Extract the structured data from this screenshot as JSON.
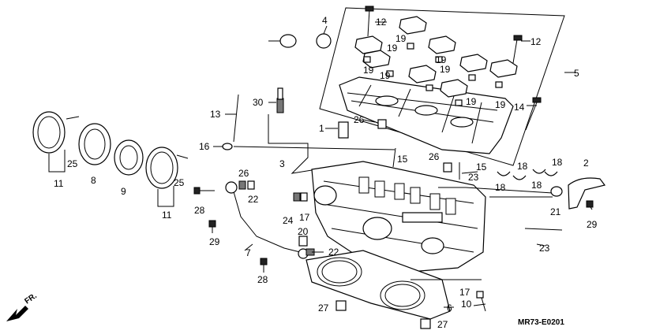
{
  "diagram": {
    "code": "MR73-E0201",
    "direction_label": "FR.",
    "callouts": [
      {
        "id": "c4",
        "text": "4"
      },
      {
        "id": "c12a",
        "text": "12"
      },
      {
        "id": "c12b",
        "text": "12"
      },
      {
        "id": "c5",
        "text": "5"
      },
      {
        "id": "c19a",
        "text": "19"
      },
      {
        "id": "c19b",
        "text": "19"
      },
      {
        "id": "c19c",
        "text": "19"
      },
      {
        "id": "c19d",
        "text": "19"
      },
      {
        "id": "c19e",
        "text": "19"
      },
      {
        "id": "c19f",
        "text": "19"
      },
      {
        "id": "c19g",
        "text": "19"
      },
      {
        "id": "c19h",
        "text": "19"
      },
      {
        "id": "c14",
        "text": "14"
      },
      {
        "id": "c30",
        "text": "30"
      },
      {
        "id": "c13",
        "text": "13"
      },
      {
        "id": "c1",
        "text": "1"
      },
      {
        "id": "c26a",
        "text": "26"
      },
      {
        "id": "c26b",
        "text": "26"
      },
      {
        "id": "c26c",
        "text": "26"
      },
      {
        "id": "c16",
        "text": "16"
      },
      {
        "id": "c3",
        "text": "3"
      },
      {
        "id": "c15a",
        "text": "15"
      },
      {
        "id": "c15b",
        "text": "15"
      },
      {
        "id": "c18a",
        "text": "18"
      },
      {
        "id": "c18b",
        "text": "18"
      },
      {
        "id": "c18c",
        "text": "18"
      },
      {
        "id": "c18d",
        "text": "18"
      },
      {
        "id": "c2",
        "text": "2"
      },
      {
        "id": "c23a",
        "text": "23"
      },
      {
        "id": "c23b",
        "text": "23"
      },
      {
        "id": "c21",
        "text": "21"
      },
      {
        "id": "c29a",
        "text": "29"
      },
      {
        "id": "c29b",
        "text": "29"
      },
      {
        "id": "c25a",
        "text": "25"
      },
      {
        "id": "c25b",
        "text": "25"
      },
      {
        "id": "c11a",
        "text": "11"
      },
      {
        "id": "c11b",
        "text": "11"
      },
      {
        "id": "c8",
        "text": "8"
      },
      {
        "id": "c9",
        "text": "9"
      },
      {
        "id": "c28a",
        "text": "28"
      },
      {
        "id": "c28b",
        "text": "28"
      },
      {
        "id": "c22a",
        "text": "22"
      },
      {
        "id": "c22b",
        "text": "22"
      },
      {
        "id": "c24",
        "text": "24"
      },
      {
        "id": "c17a",
        "text": "17"
      },
      {
        "id": "c17b",
        "text": "17"
      },
      {
        "id": "c20",
        "text": "20"
      },
      {
        "id": "c7",
        "text": "7"
      },
      {
        "id": "c27a",
        "text": "27"
      },
      {
        "id": "c27b",
        "text": "27"
      },
      {
        "id": "c6",
        "text": "6"
      },
      {
        "id": "c10",
        "text": "10"
      }
    ]
  }
}
